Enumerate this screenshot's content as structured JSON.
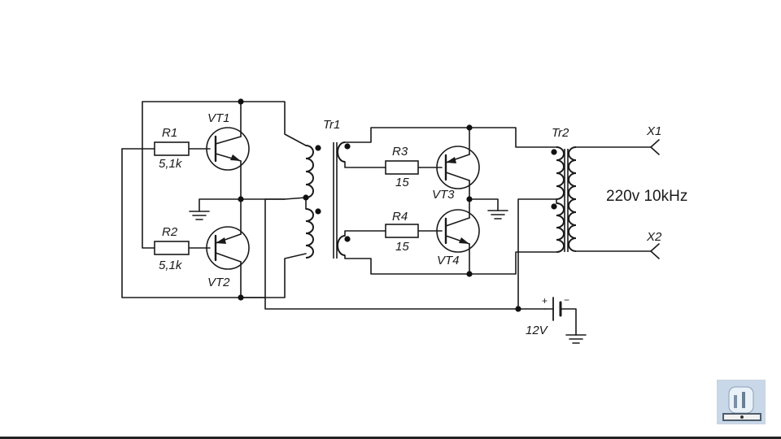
{
  "schematic": {
    "components": {
      "r1": {
        "name": "R1",
        "value": "5,1k"
      },
      "r2": {
        "name": "R2",
        "value": "5,1k"
      },
      "r3": {
        "name": "R3",
        "value": "15"
      },
      "r4": {
        "name": "R4",
        "value": "15"
      },
      "vt1": "VT1",
      "vt2": "VT2",
      "vt3": "VT3",
      "vt4": "VT4",
      "tr1": "Tr1",
      "tr2": "Tr2",
      "x1": "X1",
      "x2": "X2",
      "battery_plus": "+",
      "battery_minus": "−",
      "battery_voltage": "12V"
    },
    "output_spec": "220v 10kHz"
  },
  "thumbnail": {
    "icon": "lab-equipment-thumbnail-icon"
  }
}
